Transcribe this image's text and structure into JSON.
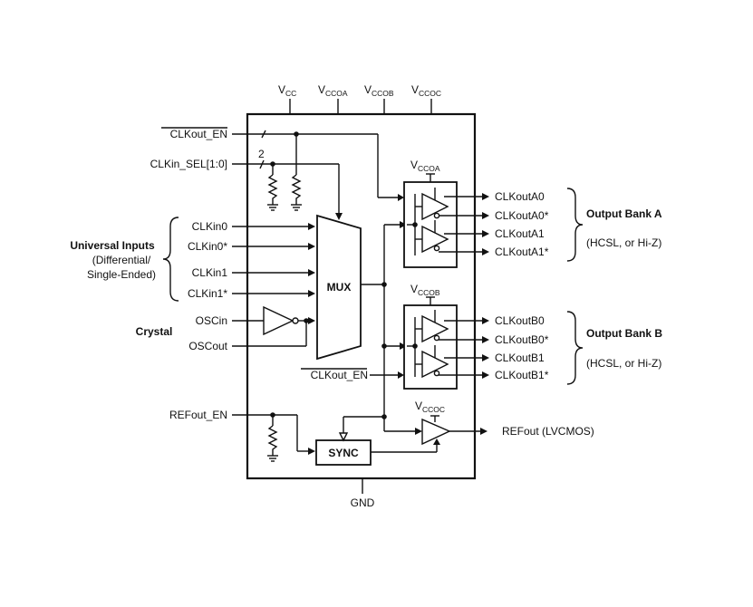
{
  "supplies": {
    "vcc": {
      "main": "V",
      "sub": "CC"
    },
    "vccoa": {
      "main": "V",
      "sub": "CCOA"
    },
    "vccob": {
      "main": "V",
      "sub": "CCOB"
    },
    "vccoc": {
      "main": "V",
      "sub": "CCOC"
    }
  },
  "ground": "GND",
  "inputs": {
    "clkout_en": "CLKout_EN",
    "clkout_en_2": "CLKout_EN",
    "clkin_sel": "CLKin_SEL[1:0]",
    "bus_width": "2",
    "clkin0": "CLKin0",
    "clkin0_n": "CLKin0*",
    "clkin1": "CLKin1",
    "clkin1_n": "CLKin1*",
    "oscin": "OSCin",
    "oscout": "OSCout",
    "refout_en": "REFout_EN"
  },
  "groups": {
    "universal_title": "Universal Inputs",
    "universal_sub1": "(Differential/",
    "universal_sub2": "Single-Ended)",
    "crystal": "Crystal"
  },
  "blocks": {
    "mux": "MUX",
    "sync": "SYNC"
  },
  "outputs": {
    "a0": "CLKoutA0",
    "a0_n": "CLKoutA0*",
    "a1": "CLKoutA1",
    "a1_n": "CLKoutA1*",
    "b0": "CLKoutB0",
    "b0_n": "CLKoutB0*",
    "b1": "CLKoutB1",
    "b1_n": "CLKoutB1*",
    "refout": "REFout (LVCMOS)"
  },
  "banks": {
    "a_title": "Output Bank A",
    "a_sub": "(HCSL, or Hi-Z)",
    "b_title": "Output Bank B",
    "b_sub": "(HCSL, or Hi-Z)"
  }
}
